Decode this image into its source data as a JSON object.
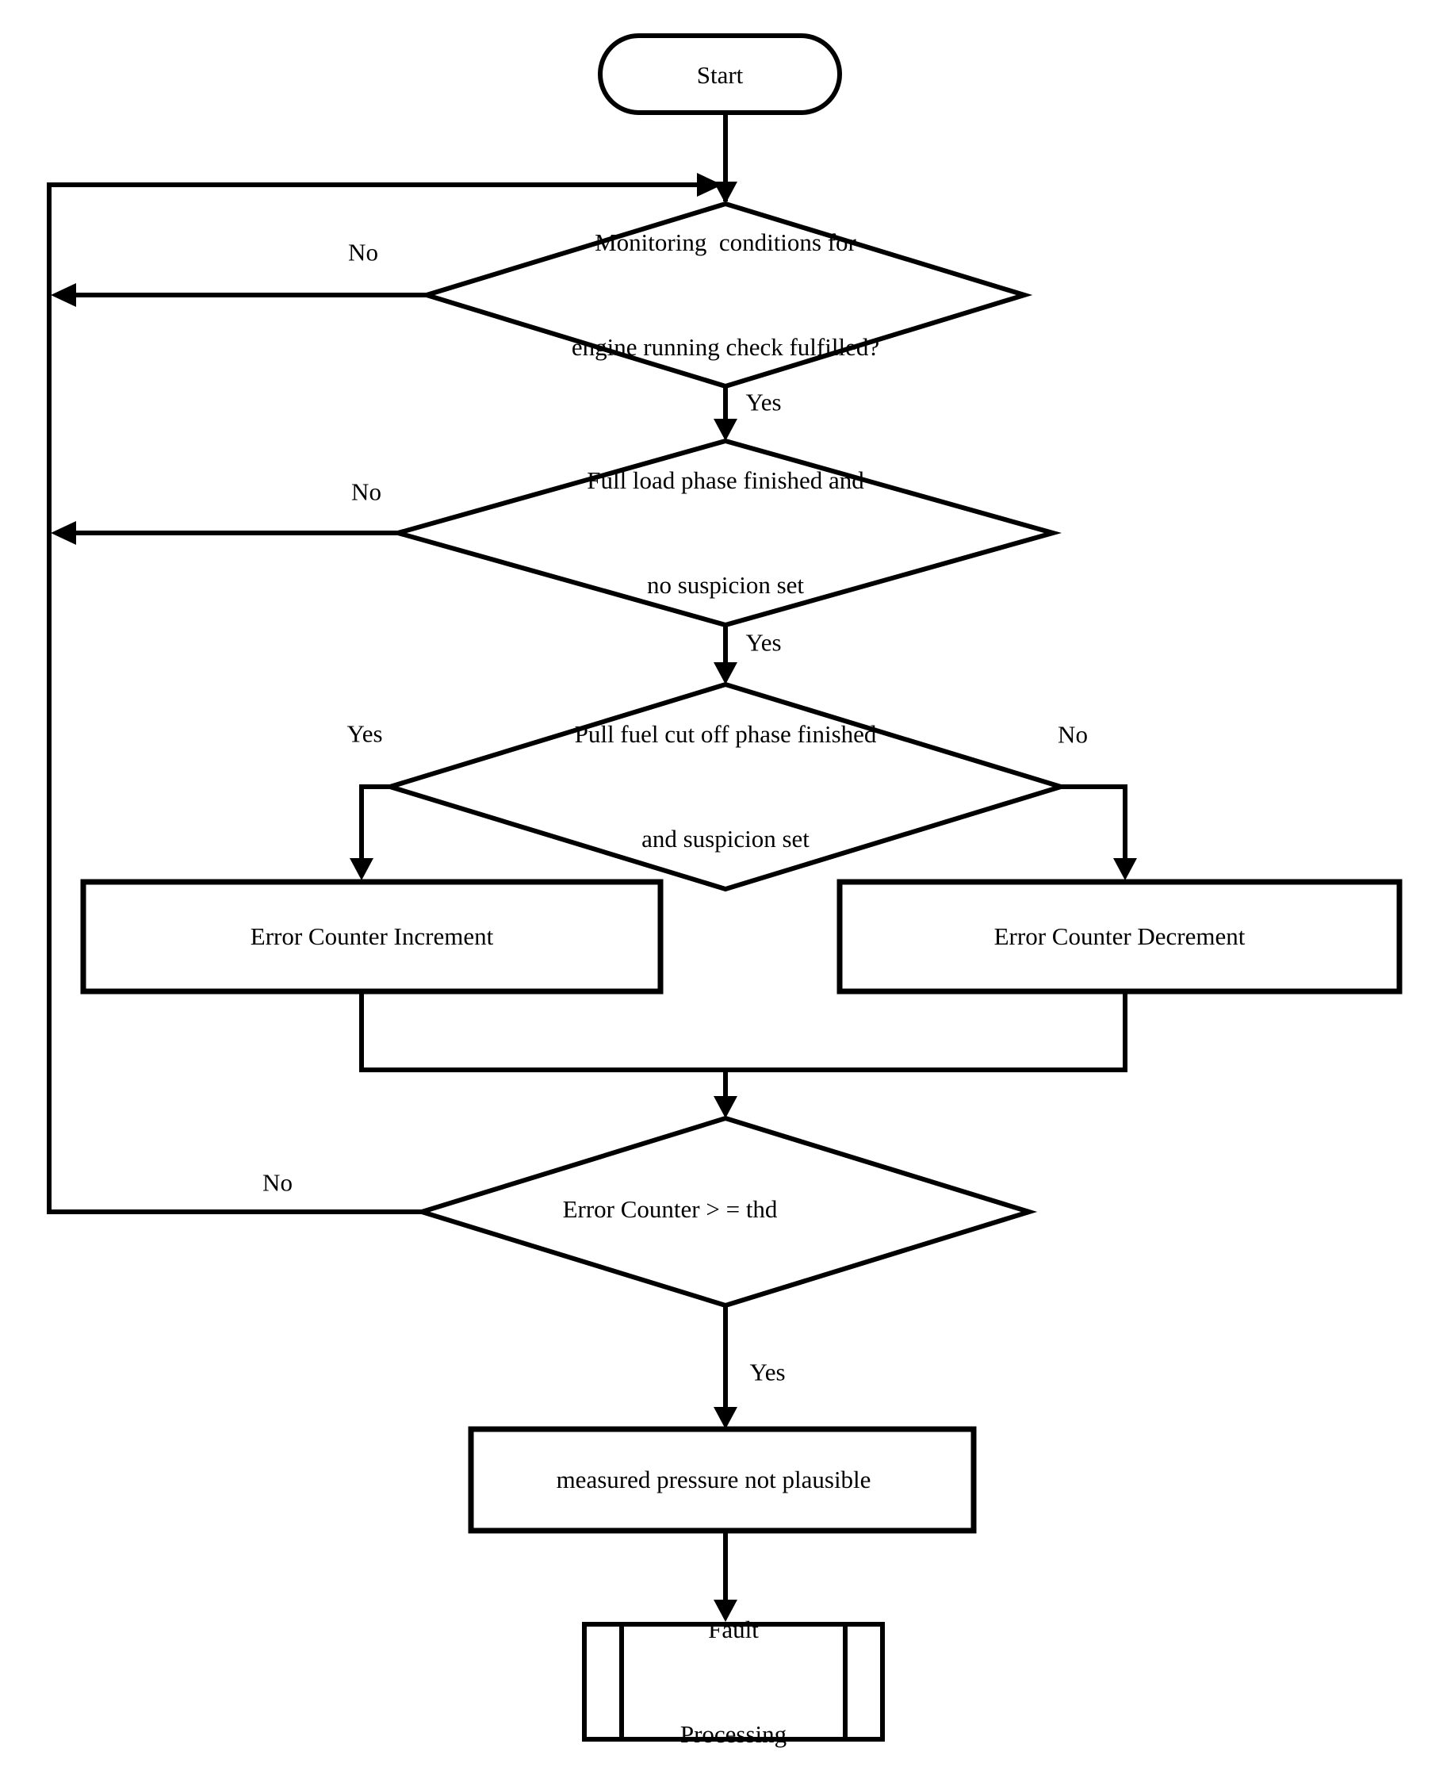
{
  "diagram": {
    "type": "flowchart",
    "background_color": "#ffffff",
    "stroke_color": "#000000",
    "nodes": {
      "start": {
        "shape": "terminator",
        "text": "Start"
      },
      "monitoring_check": {
        "shape": "decision",
        "line1": "Monitoring  conditions for",
        "line2": "engine running check fulfilled?"
      },
      "full_load_check": {
        "shape": "decision",
        "line1": "Full load phase finished and",
        "line2": "no suspicion set"
      },
      "fuel_cutoff_check": {
        "shape": "decision",
        "line1": "Pull fuel cut off phase finished",
        "line2": "and suspicion set"
      },
      "error_counter_increment": {
        "shape": "process",
        "text": "Error Counter Increment"
      },
      "error_counter_decrement": {
        "shape": "process",
        "text": "Error Counter Decrement"
      },
      "error_counter_threshold_check": {
        "shape": "decision",
        "text": "Error Counter > = thd"
      },
      "measured_pressure_not_plausible": {
        "shape": "process",
        "text": "measured pressure not plausible"
      },
      "fault_processing": {
        "shape": "predefined-process",
        "line1": "Fault",
        "line2": "Processing"
      }
    },
    "branch_labels": {
      "monitoring_no": "No",
      "monitoring_yes": "Yes",
      "full_load_no": "No",
      "full_load_yes": "Yes",
      "fuel_cutoff_yes": "Yes",
      "fuel_cutoff_no": "No",
      "threshold_no": "No",
      "threshold_yes": "Yes"
    }
  }
}
